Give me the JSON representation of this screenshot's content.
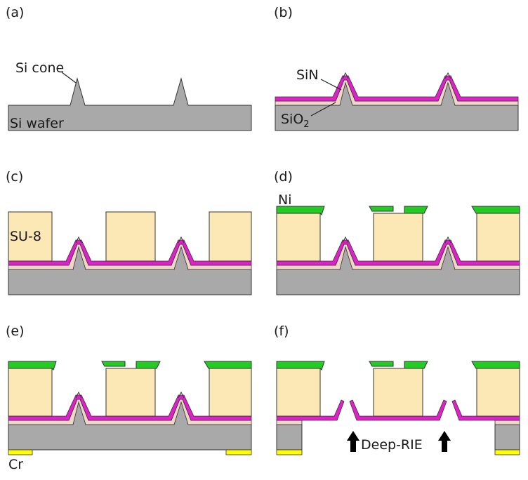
{
  "panels": [
    {
      "id": "a",
      "label": "(a)"
    },
    {
      "id": "b",
      "label": "(b)"
    },
    {
      "id": "c",
      "label": "(c)"
    },
    {
      "id": "d",
      "label": "(d)"
    },
    {
      "id": "e",
      "label": "(e)"
    },
    {
      "id": "f",
      "label": "(f)"
    }
  ],
  "labels": {
    "si_cone": "Si cone",
    "si_wafer": "Si wafer",
    "sin": "SiN",
    "sio2": "SiO",
    "sio2_sub": "2",
    "su8": "SU-8",
    "ni": "Ni",
    "cr": "Cr",
    "deep_rie": "Deep-RIE"
  },
  "colors": {
    "si": "#a9a9a9",
    "sio2": "#efd6c8",
    "sin": "#e020c8",
    "su8": "#fbe8b4",
    "ni": "#22cc22",
    "cr": "#ffff00"
  }
}
